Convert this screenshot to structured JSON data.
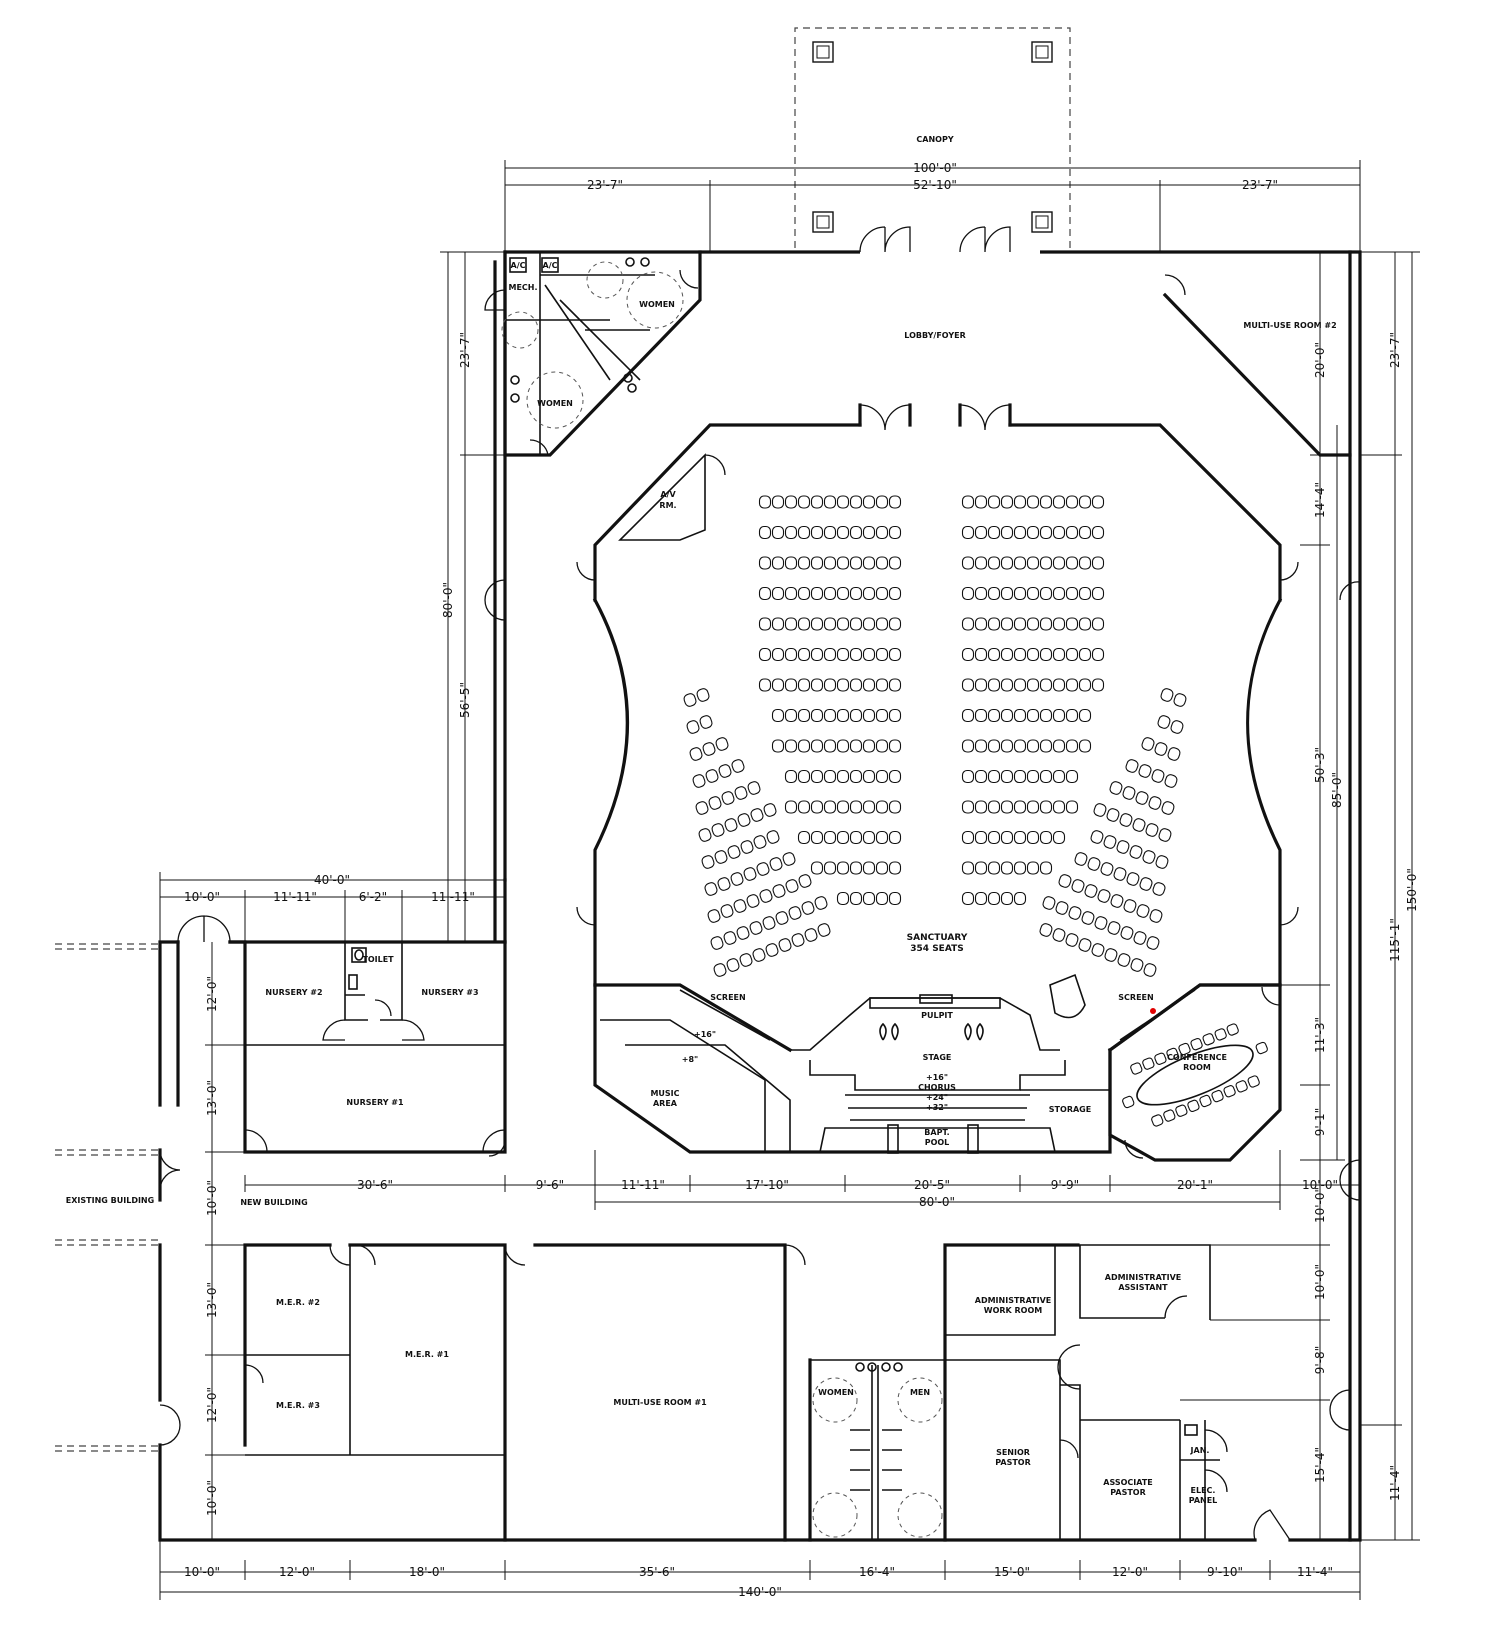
{
  "rooms": {
    "canopy": "CANOPY",
    "lobby": "LOBBY/FOYER",
    "multi_use_2": "MULTI-USE ROOM #2",
    "mech": "MECH.",
    "women_a": "WOMEN",
    "women_b": "WOMEN",
    "av_line1": "A/V",
    "av_line2": "RM.",
    "sanctuary_line1": "SANCTUARY",
    "sanctuary_line2": "354 SEATS",
    "screen_left": "SCREEN",
    "screen_right": "SCREEN",
    "pulpit": "PULPIT",
    "stage": "STAGE",
    "chorus_16": "+16\"",
    "chorus": "CHORUS",
    "chorus_24": "+24\"",
    "chorus_32": "+32\"",
    "music_16": "+16\"",
    "music_8": "+8\"",
    "music_line1": "MUSIC",
    "music_line2": "AREA",
    "bapt_line1": "BAPT.",
    "bapt_line2": "POOL",
    "storage": "STORAGE",
    "conf_line1": "CONFERENCE",
    "conf_line2": "ROOM",
    "toilet": "TOILET",
    "nursery_2": "NURSERY #2",
    "nursery_3": "NURSERY #3",
    "nursery_1": "NURSERY #1",
    "existing_building": "EXISTING BUILDING",
    "new_building": "NEW BUILDING",
    "mer_2": "M.E.R. #2",
    "mer_3": "M.E.R. #3",
    "mer_1": "M.E.R. #1",
    "multi_use_1": "MULTI-USE ROOM #1",
    "women_c": "WOMEN",
    "men": "MEN",
    "admin_work_line1": "ADMINISTRATIVE",
    "admin_work_line2": "WORK ROOM",
    "admin_asst_line1": "ADMINISTRATIVE",
    "admin_asst_line2": "ASSISTANT",
    "senior_line1": "SENIOR",
    "senior_line2": "PASTOR",
    "associate_line1": "ASSOCIATE",
    "associate_line2": "PASTOR",
    "jan": "JAN.",
    "elec_line1": "ELEC.",
    "elec_line2": "PANEL",
    "ac1": "A/C",
    "ac2": "A/C"
  },
  "dimensions": {
    "top_overall": "100'-0\"",
    "top_left": "23'-7\"",
    "top_mid": "52'-10\"",
    "top_right": "23'-7\"",
    "left_80": "80'-0\"",
    "left_23": "23'-7\"",
    "left_56": "56'-5\"",
    "nursery_total": "40'-0\"",
    "n_10": "10'-0\"",
    "n_11a": "11'-11\"",
    "n_6": "6'-2\"",
    "n_11b": "11'-11\"",
    "lv_12": "12'-0\"",
    "lv_13": "13'-0\"",
    "lv_10": "10'-0\"",
    "lv_13b": "13'-0\"",
    "lv_12b": "12'-0\"",
    "lv_10b": "10'-0\"",
    "mid_30": "30'-6\"",
    "mid_9a": "9'-6\"",
    "mid_11": "11'-11\"",
    "mid_17": "17'-10\"",
    "mid_20a": "20'-5\"",
    "mid_9b": "9'-9\"",
    "mid_20b": "20'-1\"",
    "mid_10": "10'-0\"",
    "mid_80": "80'-0\"",
    "r_20": "20'-0\"",
    "r_14": "14'-4\"",
    "r_50": "50'-3\"",
    "r_85": "85'-0\"",
    "r_11": "11'-3\"",
    "r_9": "9'-1\"",
    "r_10a": "10'-0\"",
    "r_10b": "10'-0\"",
    "r_9b": "9'-8\"",
    "r_15": "15'-4\"",
    "r_23": "23'-7\"",
    "r_150": "150'-0\"",
    "r_115": "115'-1\"",
    "r_11b": "11'-4\"",
    "b_10": "10'-0\"",
    "b_12": "12'-0\"",
    "b_18": "18'-0\"",
    "b_35": "35'-6\"",
    "b_16": "16'-4\"",
    "b_15": "15'-0\"",
    "b_12b": "12'-0\"",
    "b_9": "9'-10\"",
    "b_11": "11'-4\"",
    "b_total": "140'-0\""
  }
}
